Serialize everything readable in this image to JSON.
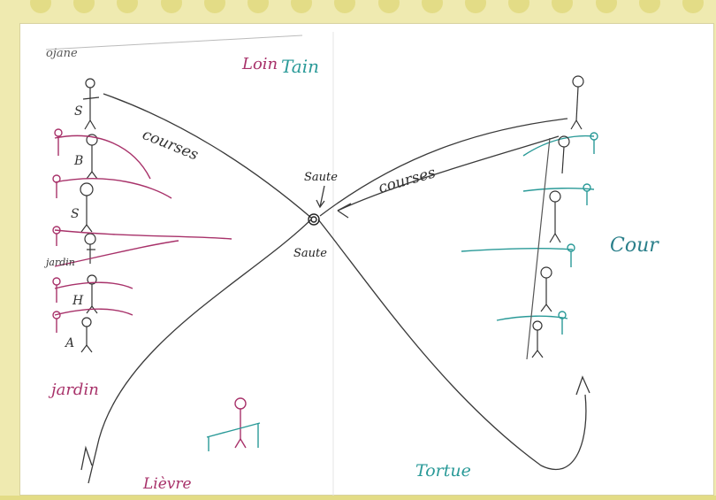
{
  "labels": {
    "top_left": "ojane",
    "loin_part1": "Loin",
    "loin_part2": "Tain",
    "courses_left": "courses",
    "courses_right": "courses",
    "saute_top": "Saute",
    "saute_bottom": "Saute",
    "cour": "Cour",
    "jardin_side": "jardin",
    "jardin_bottom": "jardin",
    "lievre": "Lièvre",
    "tortue": "Tortue"
  },
  "figure_letters": [
    "S",
    "B",
    "S",
    "H",
    "A"
  ],
  "colors": {
    "pencil": "#2b2b2b",
    "magenta": "#a8326a",
    "teal": "#2a9a98",
    "frame": "#efeab0",
    "dots": "#e3dc86"
  }
}
